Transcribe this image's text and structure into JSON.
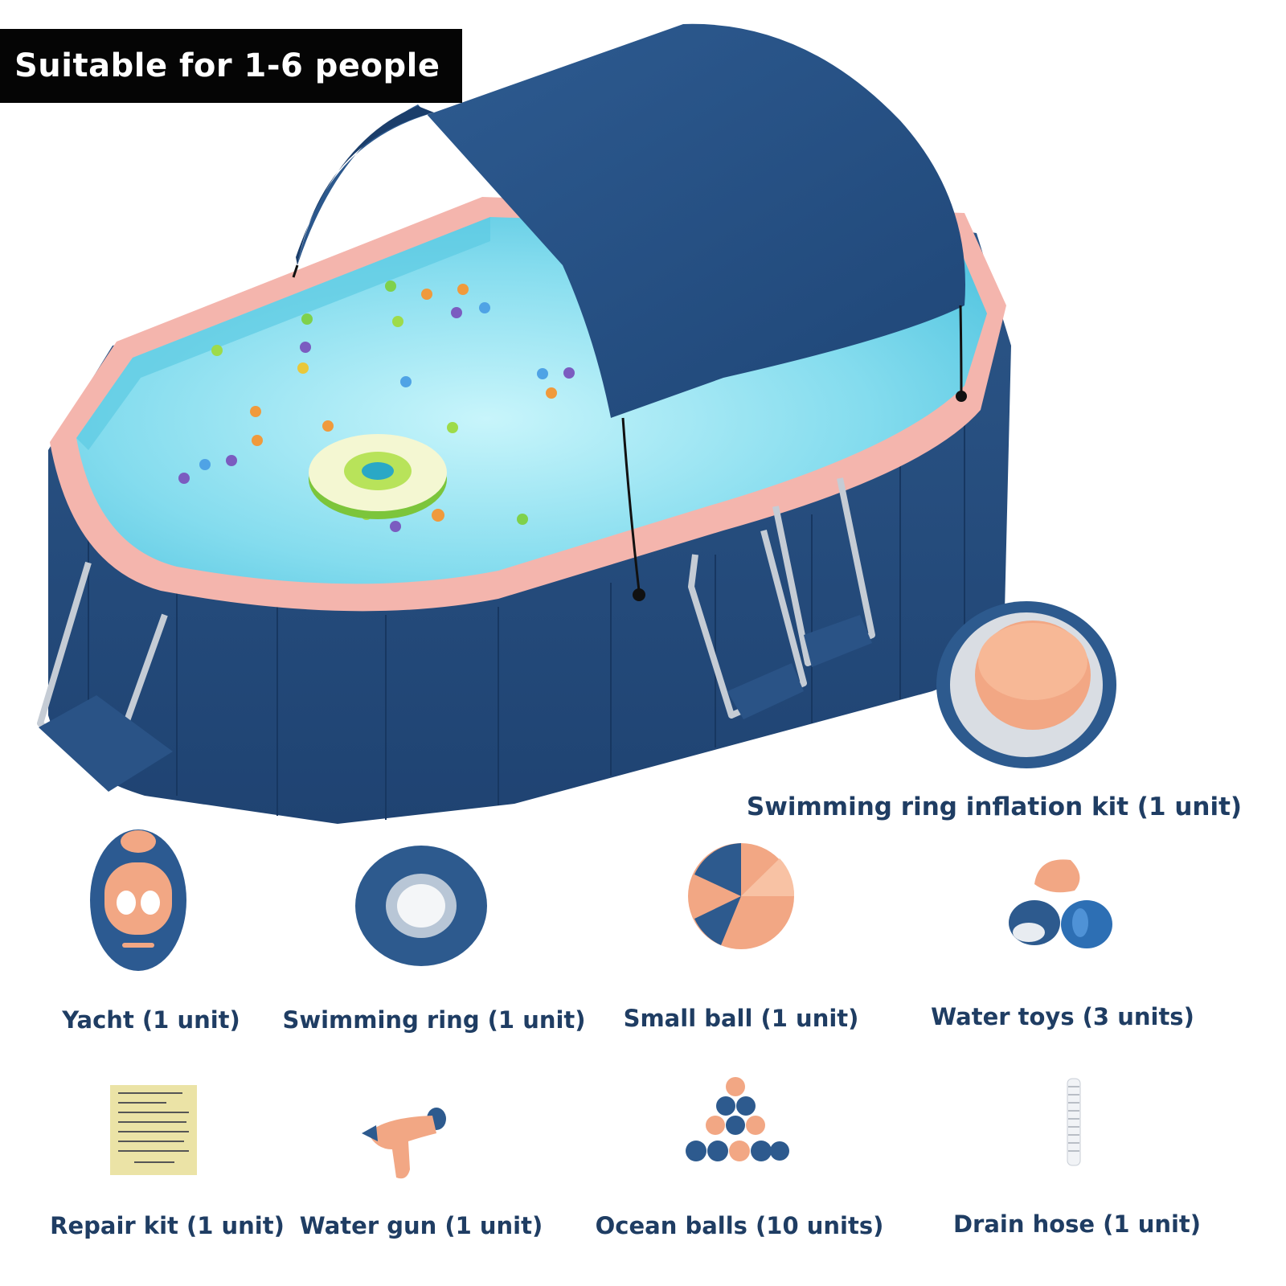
{
  "banner": {
    "text": "Suitable for 1-6 people"
  },
  "featured": {
    "label": "Swimming ring inflation kit (1 unit)",
    "icon": "inflation-kit-icon"
  },
  "accessories_row1": [
    {
      "label": "Yacht (1 unit)",
      "icon": "yacht-icon"
    },
    {
      "label": "Swimming ring (1 unit)",
      "icon": "swimming-ring-icon"
    },
    {
      "label": "Small ball (1 unit)",
      "icon": "small-ball-icon"
    },
    {
      "label": "Water toys (3 units)",
      "icon": "water-toys-icon"
    }
  ],
  "accessories_row2": [
    {
      "label": "Repair kit (1 unit)",
      "icon": "repair-kit-icon"
    },
    {
      "label": "Water gun (1 unit)",
      "icon": "water-gun-icon"
    },
    {
      "label": "Ocean balls (10 units)",
      "icon": "ocean-balls-icon"
    },
    {
      "label": "Drain hose (1 unit)",
      "icon": "drain-hose-icon"
    }
  ],
  "colors": {
    "navy": "#234a7a",
    "water": "#7fdcef",
    "rim_pink": "#f4b5ad",
    "accent_peach": "#f4a47f",
    "label_text": "#1f3d63"
  }
}
